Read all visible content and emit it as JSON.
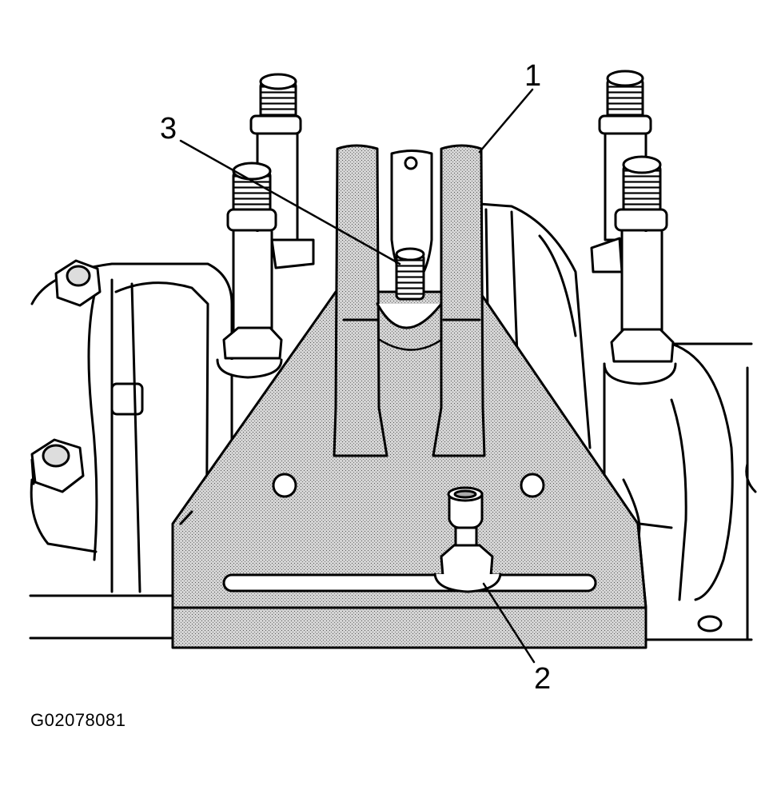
{
  "figure": {
    "id": "G02078081",
    "callouts": [
      {
        "key": "1",
        "label": "1"
      },
      {
        "key": "2",
        "label": "2"
      },
      {
        "key": "3",
        "label": "3"
      }
    ]
  },
  "colors": {
    "ink": "#000000",
    "paper": "#ffffff",
    "shade": "#bdbdbd"
  }
}
